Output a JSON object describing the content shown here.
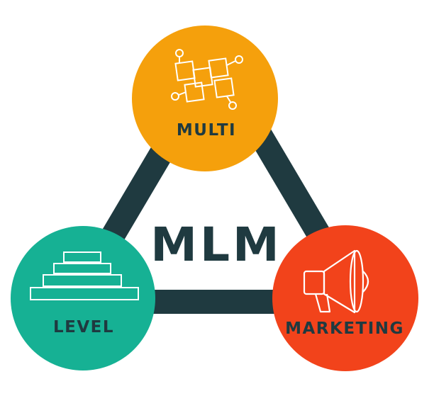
{
  "diagram": {
    "center_title": "MLM",
    "nodes": [
      {
        "id": "multi",
        "label": "MULTI",
        "icon": "network-nodes-icon",
        "color": "#f5a00c"
      },
      {
        "id": "level",
        "label": "LEVEL",
        "icon": "pyramid-steps-icon",
        "color": "#16b194"
      },
      {
        "id": "marketing",
        "label": "MARKETING",
        "icon": "megaphone-icon",
        "color": "#f2431b"
      }
    ],
    "connector_color": "#1f3a40",
    "text_color": "#1f3a40"
  }
}
